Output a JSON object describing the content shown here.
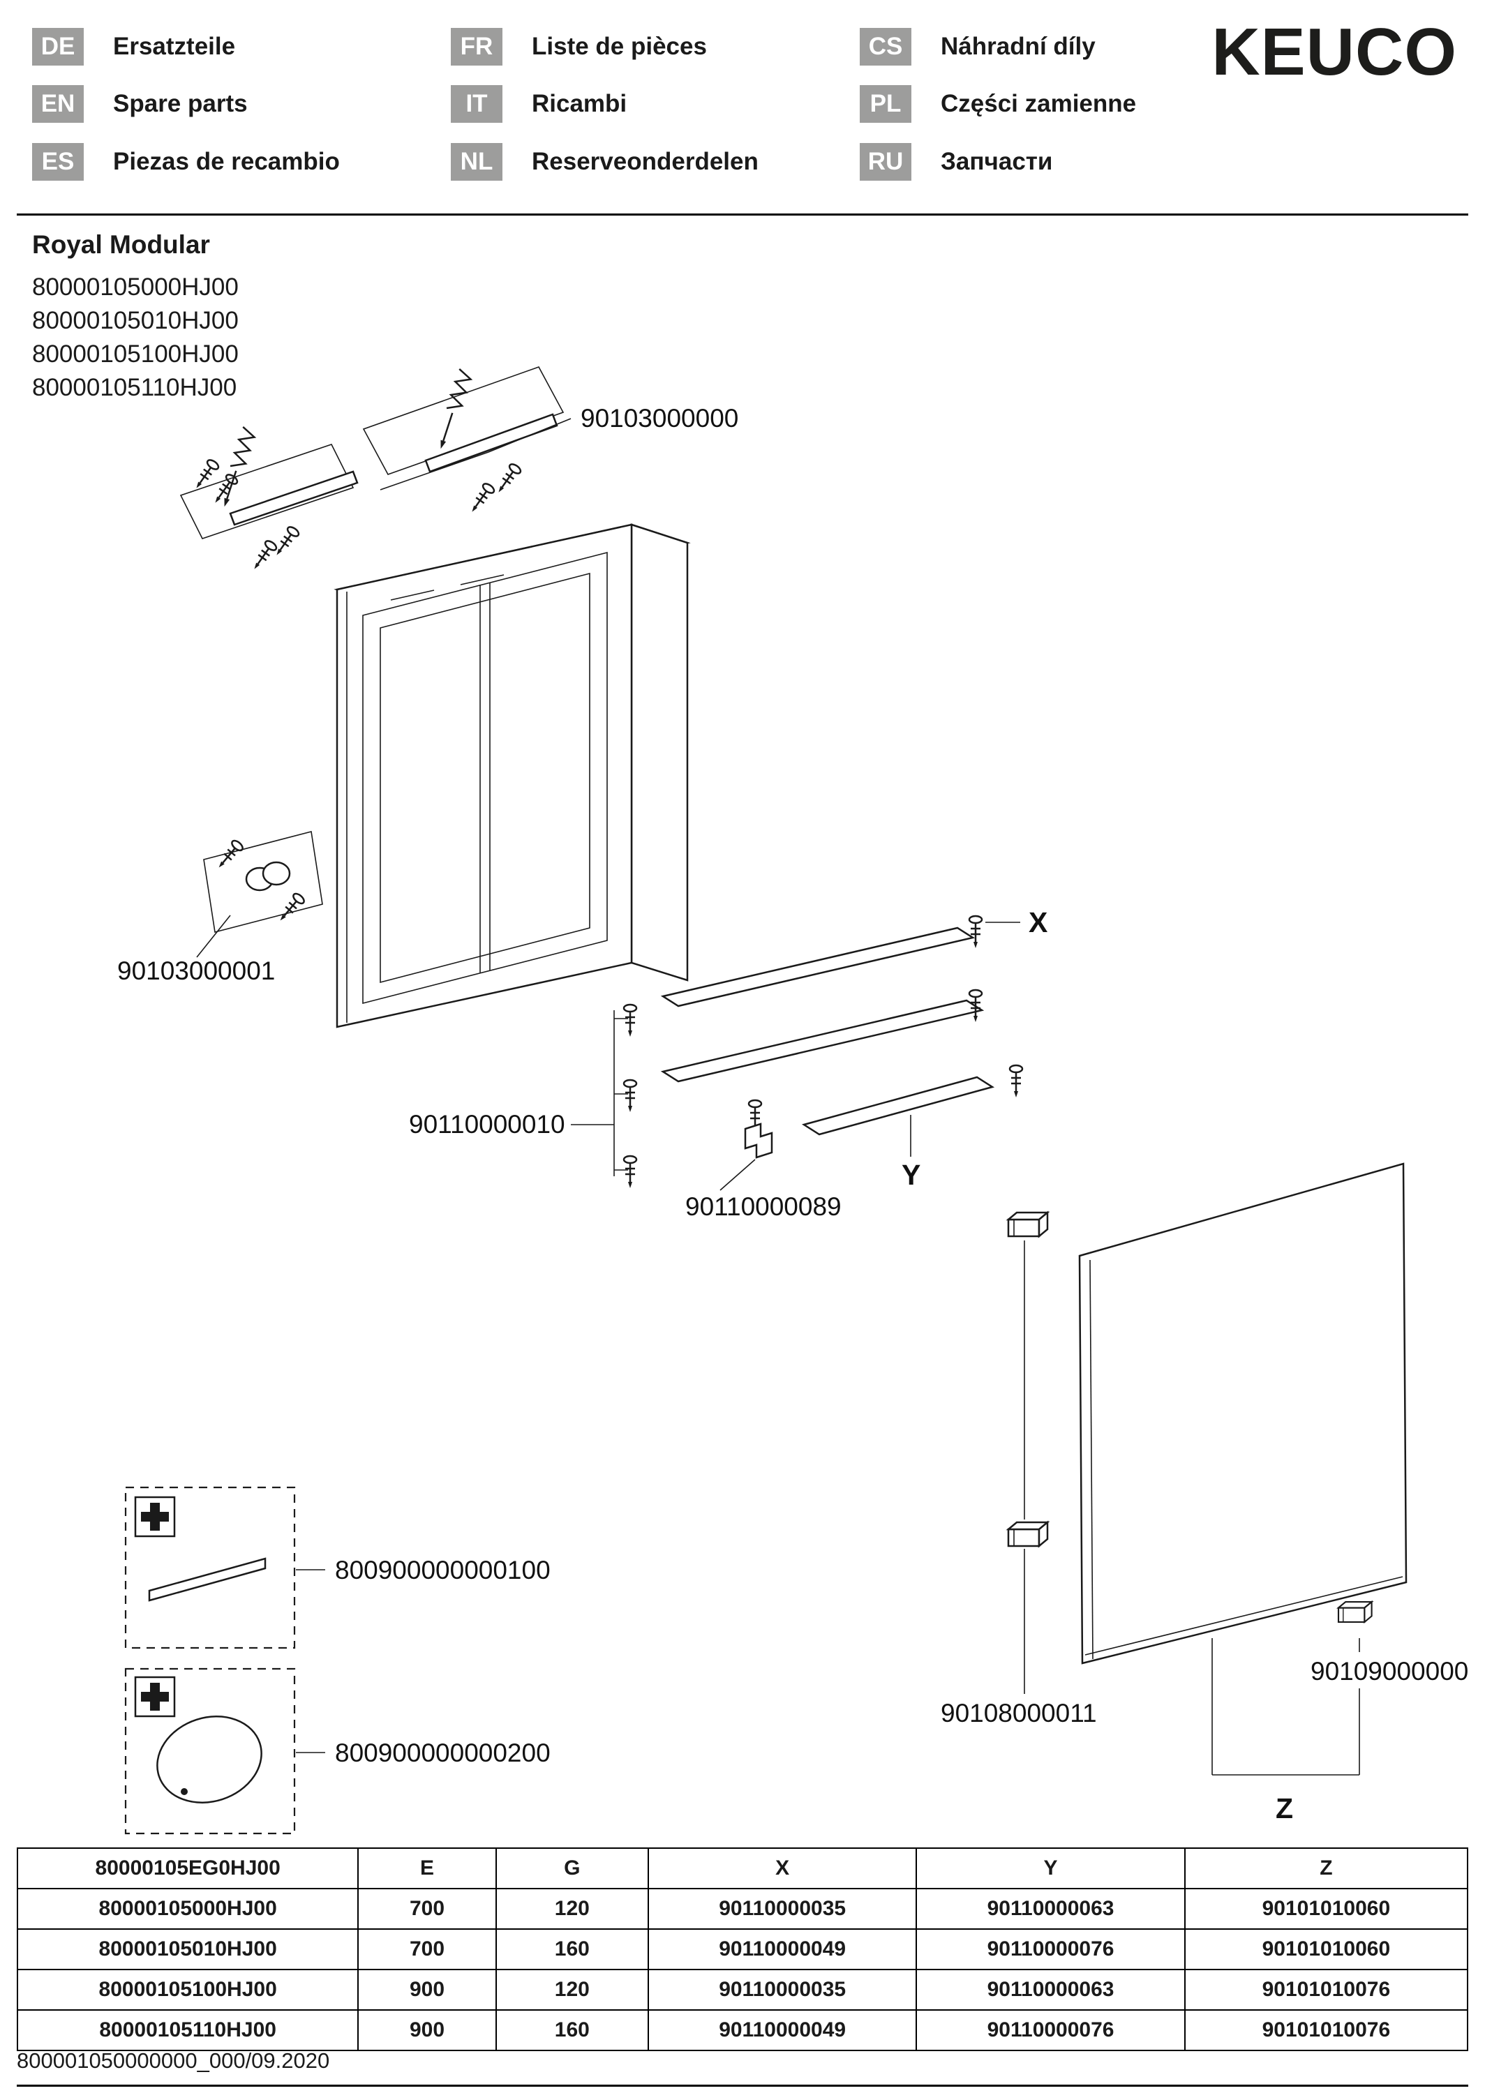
{
  "brand": {
    "logo": "KEUCO"
  },
  "header": {
    "languages": [
      {
        "code": "DE",
        "label": "Ersatzteile"
      },
      {
        "code": "EN",
        "label": "Spare parts"
      },
      {
        "code": "ES",
        "label": "Piezas de recambio"
      },
      {
        "code": "FR",
        "label": "Liste de pièces"
      },
      {
        "code": "IT",
        "label": "Ricambi"
      },
      {
        "code": "NL",
        "label": "Reserveonderdelen"
      },
      {
        "code": "CS",
        "label": "Náhradní díly"
      },
      {
        "code": "PL",
        "label": "Części zamienne"
      },
      {
        "code": "RU",
        "label": "Запчасти"
      }
    ]
  },
  "product": {
    "title": "Royal Modular",
    "models": [
      "80000105000HJ00",
      "80000105010HJ00",
      "80000105100HJ00",
      "80000105110HJ00"
    ]
  },
  "diagram": {
    "labels": {
      "rail_assembly": "90103000000",
      "wall_bracket": "90103000001",
      "shelf_supports": "90110000010",
      "shelf_clip": "90110000089",
      "door_hinge": "90108000011",
      "mirror_fitting": "90109000000",
      "spare_strip": "800900000000100",
      "spare_mirror": "800900000000200",
      "ref_x": "X",
      "ref_y": "Y",
      "ref_z": "Z"
    }
  },
  "table": {
    "headers": [
      "80000105EG0HJ00",
      "E",
      "G",
      "X",
      "Y",
      "Z"
    ],
    "rows": [
      [
        "80000105000HJ00",
        "700",
        "120",
        "90110000035",
        "90110000063",
        "90101010060"
      ],
      [
        "80000105010HJ00",
        "700",
        "160",
        "90110000049",
        "90110000076",
        "90101010060"
      ],
      [
        "80000105100HJ00",
        "900",
        "120",
        "90110000035",
        "90110000063",
        "90101010076"
      ],
      [
        "80000105110HJ00",
        "900",
        "160",
        "90110000049",
        "90110000076",
        "90101010076"
      ]
    ]
  },
  "footer": {
    "doc_number": "800001050000000_000/09.2020"
  }
}
